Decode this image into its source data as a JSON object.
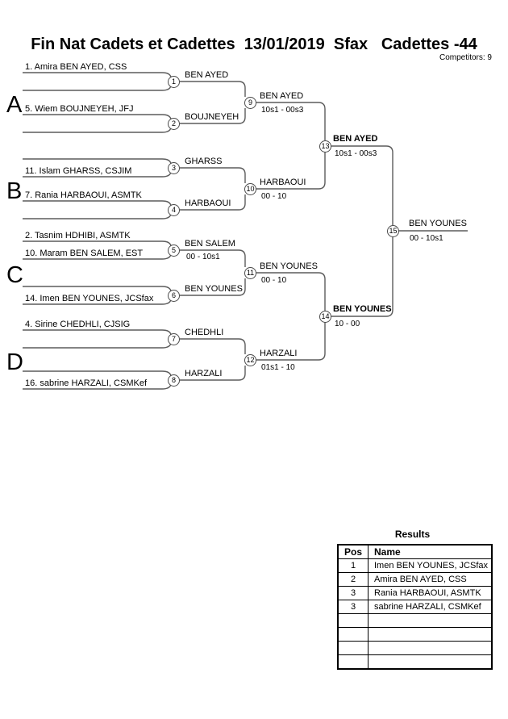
{
  "header": {
    "title": "Fin Nat Cadets et Cadettes  13/01/2019  Sfax   Cadettes -44",
    "competitors": "Competitors: 9"
  },
  "groups": [
    "A",
    "B",
    "C",
    "D"
  ],
  "bracket": {
    "entrants": [
      "1. Amira BEN AYED, CSS",
      "5. Wiem BOUJNEYEH, JFJ",
      "11. Islam GHARSS, CSJIM",
      "7. Rania HARBAOUI, ASMTK",
      "2. Tasnim HDHIBI, ASMTK",
      "10. Maram BEN SALEM, EST",
      "14. Imen BEN YOUNES, JCSfax",
      "4. Sirine CHEDHLI, CJSIG",
      "16. sabrine HARZALI, CSMKef"
    ],
    "matches": [
      {
        "num": 1,
        "winner": "BEN AYED",
        "score": ""
      },
      {
        "num": 2,
        "winner": "BOUJNEYEH",
        "score": ""
      },
      {
        "num": 3,
        "winner": "GHARSS",
        "score": ""
      },
      {
        "num": 4,
        "winner": "HARBAOUI",
        "score": ""
      },
      {
        "num": 5,
        "winner": "BEN SALEM",
        "score": "00 - 10s1"
      },
      {
        "num": 6,
        "winner": "BEN YOUNES",
        "score": ""
      },
      {
        "num": 7,
        "winner": "CHEDHLI",
        "score": ""
      },
      {
        "num": 8,
        "winner": "HARZALI",
        "score": ""
      },
      {
        "num": 9,
        "winner": "BEN AYED",
        "score": "10s1 - 00s3"
      },
      {
        "num": 10,
        "winner": "HARBAOUI",
        "score": "00 - 10"
      },
      {
        "num": 11,
        "winner": "BEN YOUNES",
        "score": "00 - 10"
      },
      {
        "num": 12,
        "winner": "HARZALI",
        "score": "01s1 - 10"
      },
      {
        "num": 13,
        "winner": "BEN AYED",
        "score": "10s1 - 00s3"
      },
      {
        "num": 14,
        "winner": "BEN YOUNES",
        "score": "10 - 00"
      },
      {
        "num": 15,
        "winner": "BEN YOUNES",
        "score": "00 - 10s1"
      }
    ]
  },
  "results": {
    "title": "Results",
    "columns": [
      "Pos",
      "Name"
    ],
    "rows": [
      [
        "1",
        "Imen BEN YOUNES, JCSfax"
      ],
      [
        "2",
        "Amira BEN AYED, CSS"
      ],
      [
        "3",
        "Rania HARBAOUI, ASMTK"
      ],
      [
        "3",
        "sabrine HARZALI, CSMKef"
      ],
      [
        "",
        ""
      ],
      [
        "",
        ""
      ],
      [
        "",
        ""
      ],
      [
        "",
        ""
      ]
    ]
  }
}
